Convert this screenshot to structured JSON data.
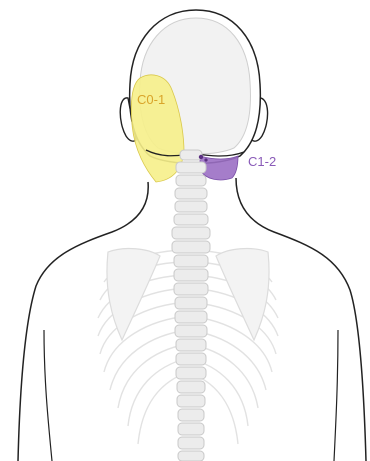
{
  "labels": {
    "c0_1": "C0-1",
    "c1_2": "C1-2"
  },
  "colors": {
    "c0_1_fill": "#f6ef8a",
    "c0_1_text": "#d9a42a",
    "c1_2_fill": "#9b6fc4",
    "c1_2_text": "#8a5bb8",
    "outline": "#222222",
    "bone": "#e9e9e9",
    "bone_stroke": "#c9c9c9"
  },
  "icons": [
    "human-back-outline",
    "cervical-spine",
    "thoracic-spine",
    "rib-cage",
    "scapula"
  ]
}
